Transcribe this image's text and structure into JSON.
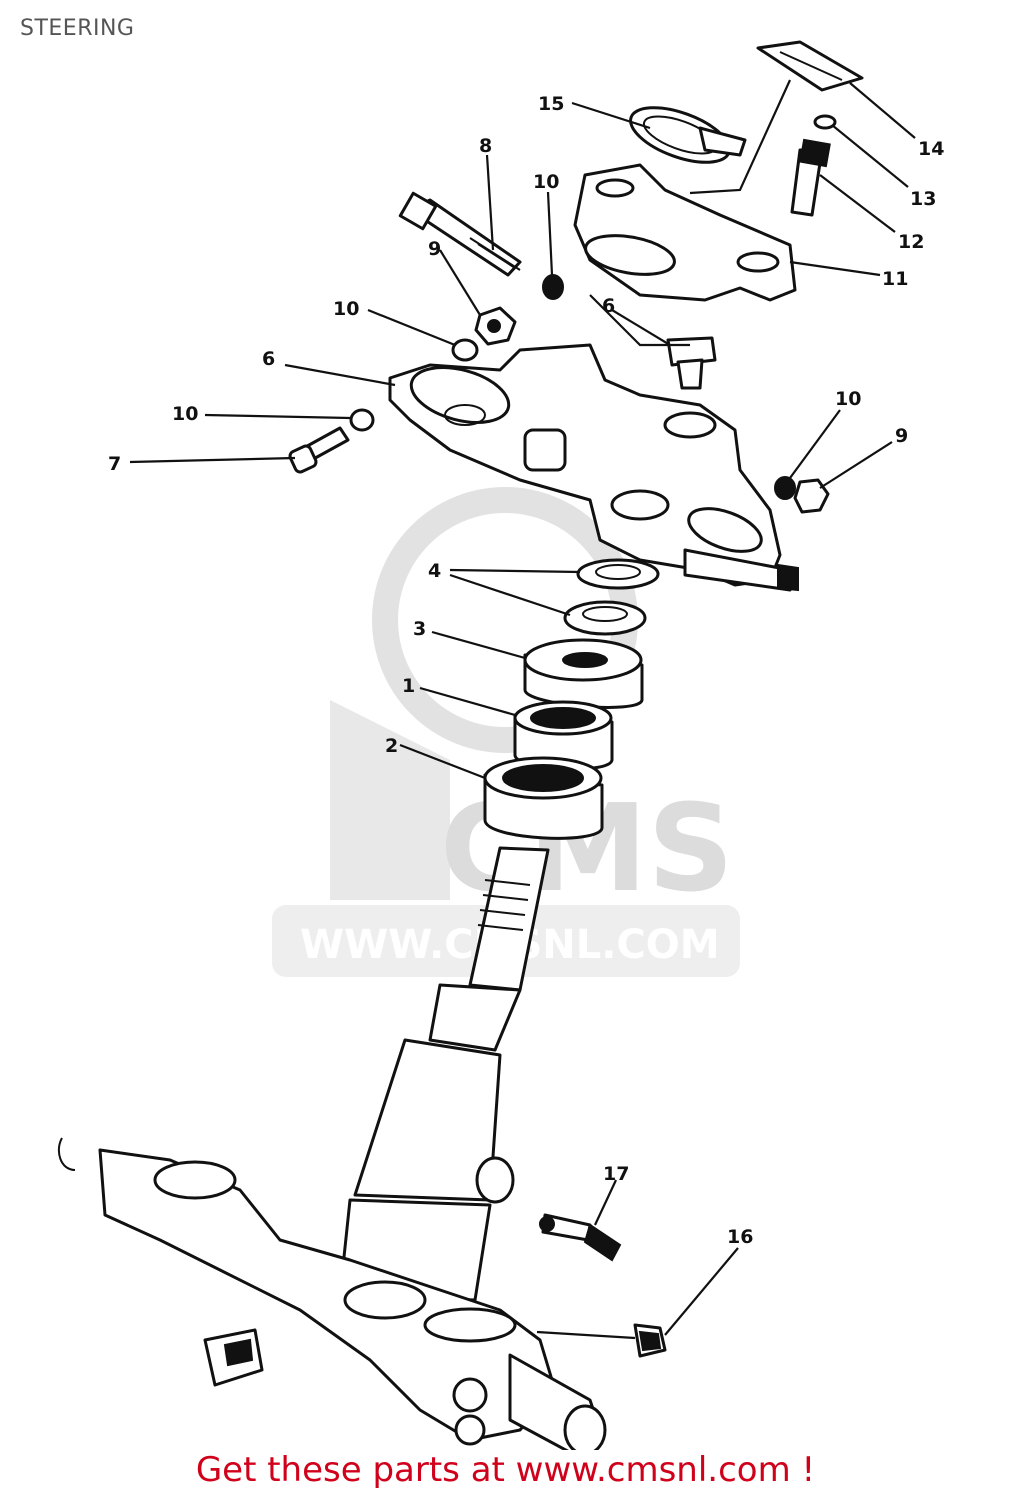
{
  "page_title": "STEERING",
  "watermark": {
    "logo_text": "CMS",
    "url_text": "WWW.CMSNL.COM",
    "color": "#dcdcdc"
  },
  "callouts": [
    "15",
    "8",
    "10",
    "14",
    "13",
    "12",
    "11",
    "9",
    "10",
    "6",
    "6",
    "10",
    "7",
    "10",
    "9",
    "4",
    "3",
    "1",
    "2",
    "17",
    "16"
  ],
  "footer": {
    "text": "Get these parts at www.cmsnl.com !",
    "color": "#d0021b"
  }
}
